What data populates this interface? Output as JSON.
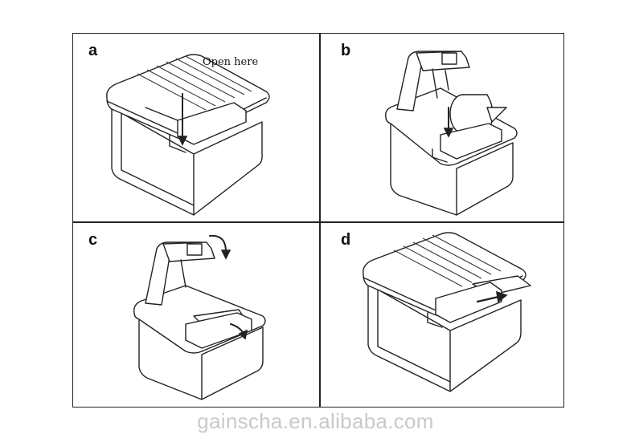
{
  "panels": [
    {
      "letter": "a",
      "annotation": "Open here"
    },
    {
      "letter": "b"
    },
    {
      "letter": "c"
    },
    {
      "letter": "d"
    }
  ],
  "watermark": "gainscha.en.alibaba.com"
}
